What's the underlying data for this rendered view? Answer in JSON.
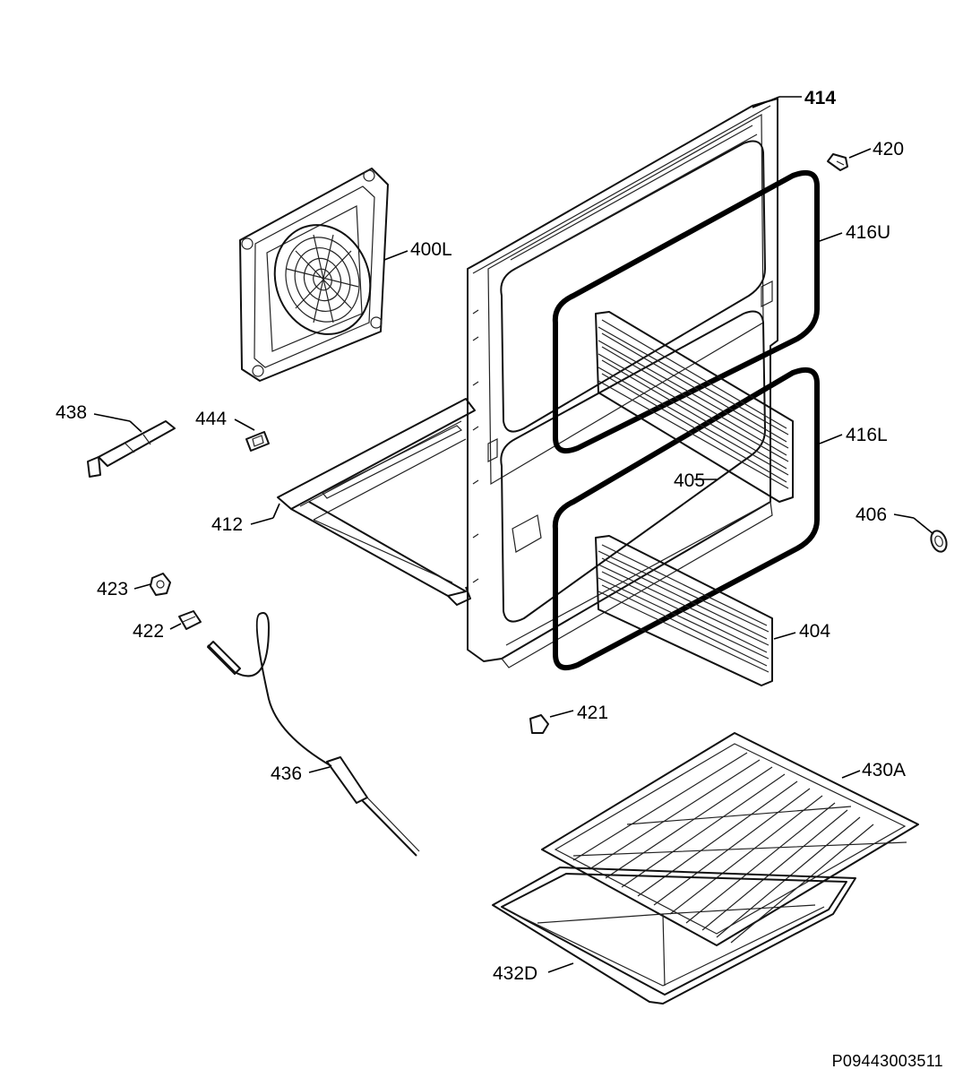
{
  "diagram": {
    "part_labels": {
      "p414": "414",
      "p420": "420",
      "p416U": "416U",
      "p400L": "400L",
      "p438": "438",
      "p444": "444",
      "p416L": "416L",
      "p405": "405",
      "p406": "406",
      "p412": "412",
      "p423": "423",
      "p422": "422",
      "p404": "404",
      "p421": "421",
      "p436": "436",
      "p430A": "430A",
      "p432D": "432D"
    },
    "drawing_code": "P09443003511"
  }
}
